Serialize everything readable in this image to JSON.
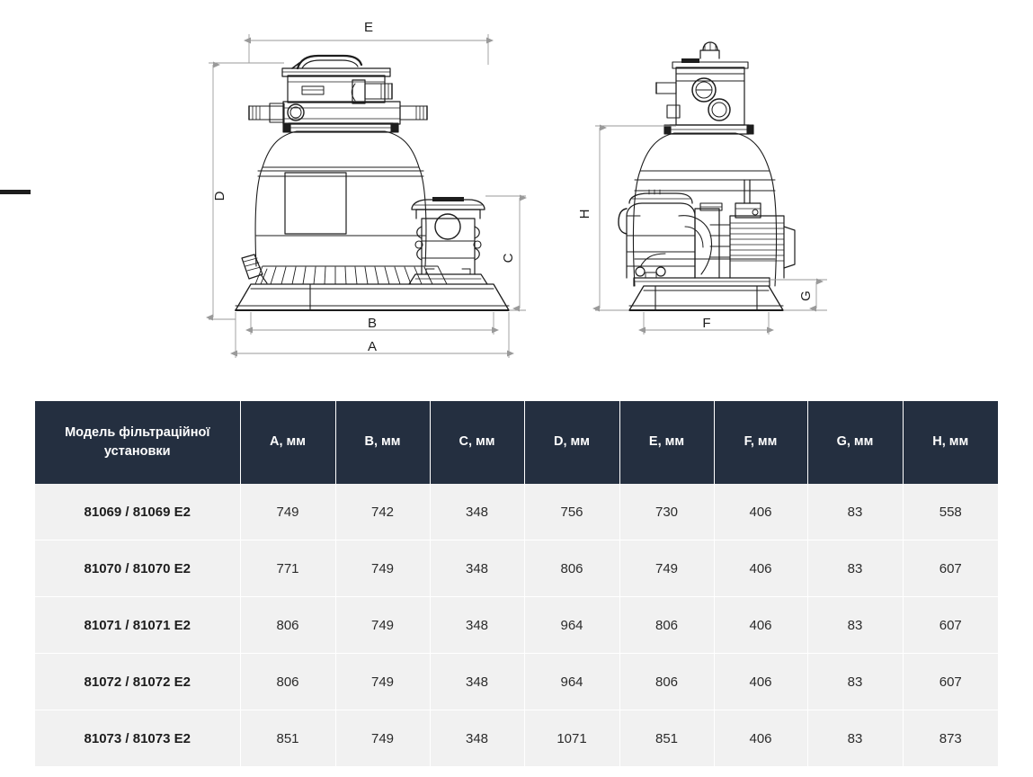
{
  "diagram": {
    "views": [
      {
        "name": "front-view",
        "description": "Sand filter tank with multiport valve and pump on common base, front elevation"
      },
      {
        "name": "side-view",
        "description": "Sand filter tank with multiport valve and pump on common base, side elevation"
      }
    ],
    "dimension_labels": {
      "A": "A",
      "B": "B",
      "C": "C",
      "D": "D",
      "E": "E",
      "F": "F",
      "G": "G",
      "H": "H"
    }
  },
  "table": {
    "headers": [
      "Модель фільтраційної установки",
      "A, мм",
      "B, мм",
      "C, мм",
      "D, мм",
      "E, мм",
      "F, мм",
      "G, мм",
      "H, мм"
    ],
    "rows": [
      {
        "model": "81069 / 81069 E2",
        "A": "749",
        "B": "742",
        "C": "348",
        "D": "756",
        "E": "730",
        "F": "406",
        "G": "83",
        "H": "558"
      },
      {
        "model": "81070 / 81070 E2",
        "A": "771",
        "B": "749",
        "C": "348",
        "D": "806",
        "E": "749",
        "F": "406",
        "G": "83",
        "H": "607"
      },
      {
        "model": "81071 / 81071 E2",
        "A": "806",
        "B": "749",
        "C": "348",
        "D": "964",
        "E": "806",
        "F": "406",
        "G": "83",
        "H": "607"
      },
      {
        "model": "81072 / 81072 E2",
        "A": "806",
        "B": "749",
        "C": "348",
        "D": "964",
        "E": "806",
        "F": "406",
        "G": "83",
        "H": "607"
      },
      {
        "model": "81073 / 81073 E2",
        "A": "851",
        "B": "749",
        "C": "348",
        "D": "1071",
        "E": "851",
        "F": "406",
        "G": "83",
        "H": "873"
      }
    ]
  },
  "colors": {
    "header_bg": "#242f40",
    "header_text": "#ffffff",
    "row_bg": "#f1f1f1",
    "row_text": "#2b2b2b",
    "page_bg": "#ffffff",
    "line": "#1d1d1d",
    "dimension_line": "#9a9a9a"
  }
}
